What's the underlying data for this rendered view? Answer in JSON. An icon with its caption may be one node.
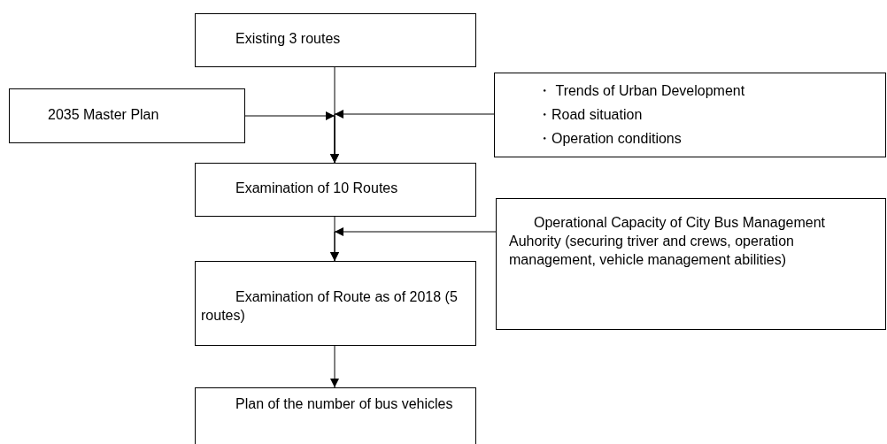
{
  "diagram": {
    "nodes": [
      {
        "text": [
          "Existing 3 routes"
        ]
      },
      {
        "text": [
          "2035 Master Plan"
        ]
      },
      {
        "text": [
          "・ Trends of Urban Development",
          "・Road situation",
          "・Operation conditions"
        ]
      },
      {
        "text": [
          "Examination of 10 Routes"
        ]
      },
      {
        "text": [
          "Operational Capacity of City Bus Management Auhority (securing triver and crews, operation management, vehicle management abilities)"
        ]
      },
      {
        "text": [
          "Examination of Route as of 2018 (5 routes)"
        ]
      },
      {
        "text": [
          "Plan of the number of bus vehicles"
        ]
      }
    ],
    "edges": [
      {
        "from": 0,
        "to": 3,
        "arrow": "to"
      },
      {
        "from": 1,
        "to": 3,
        "arrow": "to"
      },
      {
        "from": 2,
        "to": 3,
        "arrow": "to"
      },
      {
        "from": 3,
        "to": 5,
        "arrow": "to"
      },
      {
        "from": 4,
        "to": 5,
        "arrow": "to"
      },
      {
        "from": 5,
        "to": 6,
        "arrow": "to"
      }
    ]
  }
}
